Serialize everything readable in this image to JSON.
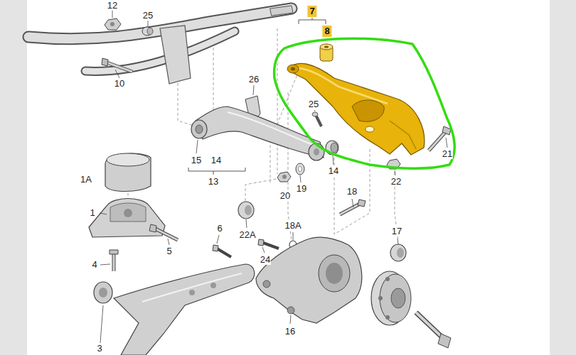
{
  "diagram": {
    "labels": [
      "12",
      "25",
      "7",
      "8",
      "10",
      "26",
      "25",
      "21",
      "15",
      "14",
      "13",
      "14",
      "22",
      "20",
      "19",
      "1A",
      "18",
      "1",
      "5",
      "6",
      "22A",
      "18A",
      "17",
      "24",
      "4",
      "16",
      "3"
    ]
  }
}
